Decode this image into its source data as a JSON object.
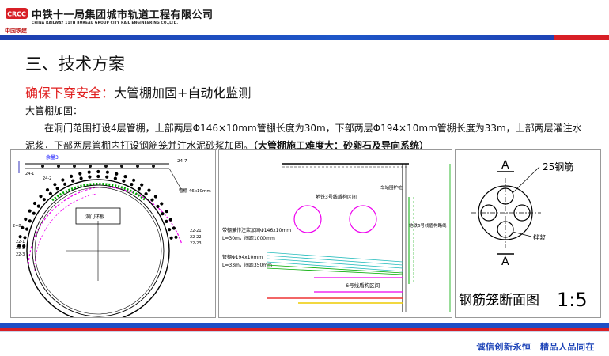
{
  "header": {
    "company_cn": "中铁十一局集团城市轨道工程有限公司",
    "company_en": "CHINA RAILWAY 11TH BUREAU GROUP CITY RAIL ENGINEERING CO.,LTD.",
    "logo_sub": "中国铁建",
    "colors": {
      "brand_blue": "#1e44b8",
      "brand_red": "#d81f26"
    }
  },
  "slide": {
    "title": "三、技术方案",
    "subtitle_red": "确保下穿安全：",
    "subtitle_black": "大管棚加固+自动化监测",
    "section_label": "大管棚加固：",
    "paragraph": "在洞门范围打设4层管棚，上部两层Φ146×10mm管棚长度为30m，下部两层Φ194×10mm管棚长度为33m，上部两层灌注水泥浆，下部两层管棚内打设钢筋笼并注水泥砂浆加固。",
    "paragraph_bold": "（大管棚施工难度大：砂卵石及导向系统）"
  },
  "fig1": {
    "top_left": "余量3",
    "top_right": "24-7",
    "top_label_a": "24-1",
    "top_label_b": "24-2",
    "pipe_label": "管棚 46x10mm",
    "center_label": "洞门环板",
    "left_labels": [
      "22-1",
      "22-2",
      "22-3"
    ],
    "right_labels": [
      "22-21",
      "22-22",
      "22-23"
    ],
    "left_mark": "2+8"
  },
  "fig2": {
    "label_right_top": "车站围护桩",
    "label_tunnel_upper": "地铁3号线盾构区间",
    "label_tunnel_right": "地铁6号线盾构路线",
    "label_pipe1": "带棚兼作注浆加固Φ146x10mm",
    "label_pipe1_len": "L=30m，间距1000mm",
    "label_pipe2": "管棚Φ194x10mm",
    "label_pipe2_len": "L=33m，间距350mm",
    "label_tunnel_lower": "6号线盾构区间"
  },
  "fig3": {
    "label_a_top": "A",
    "label_a_bottom": "A",
    "label_bars": "25钢筋",
    "label_grout": "拌浆",
    "caption": "钢筋笼断面图",
    "scale": "1:5"
  },
  "footer": {
    "slogan": "诚信创新永恒　精品人品同在"
  }
}
